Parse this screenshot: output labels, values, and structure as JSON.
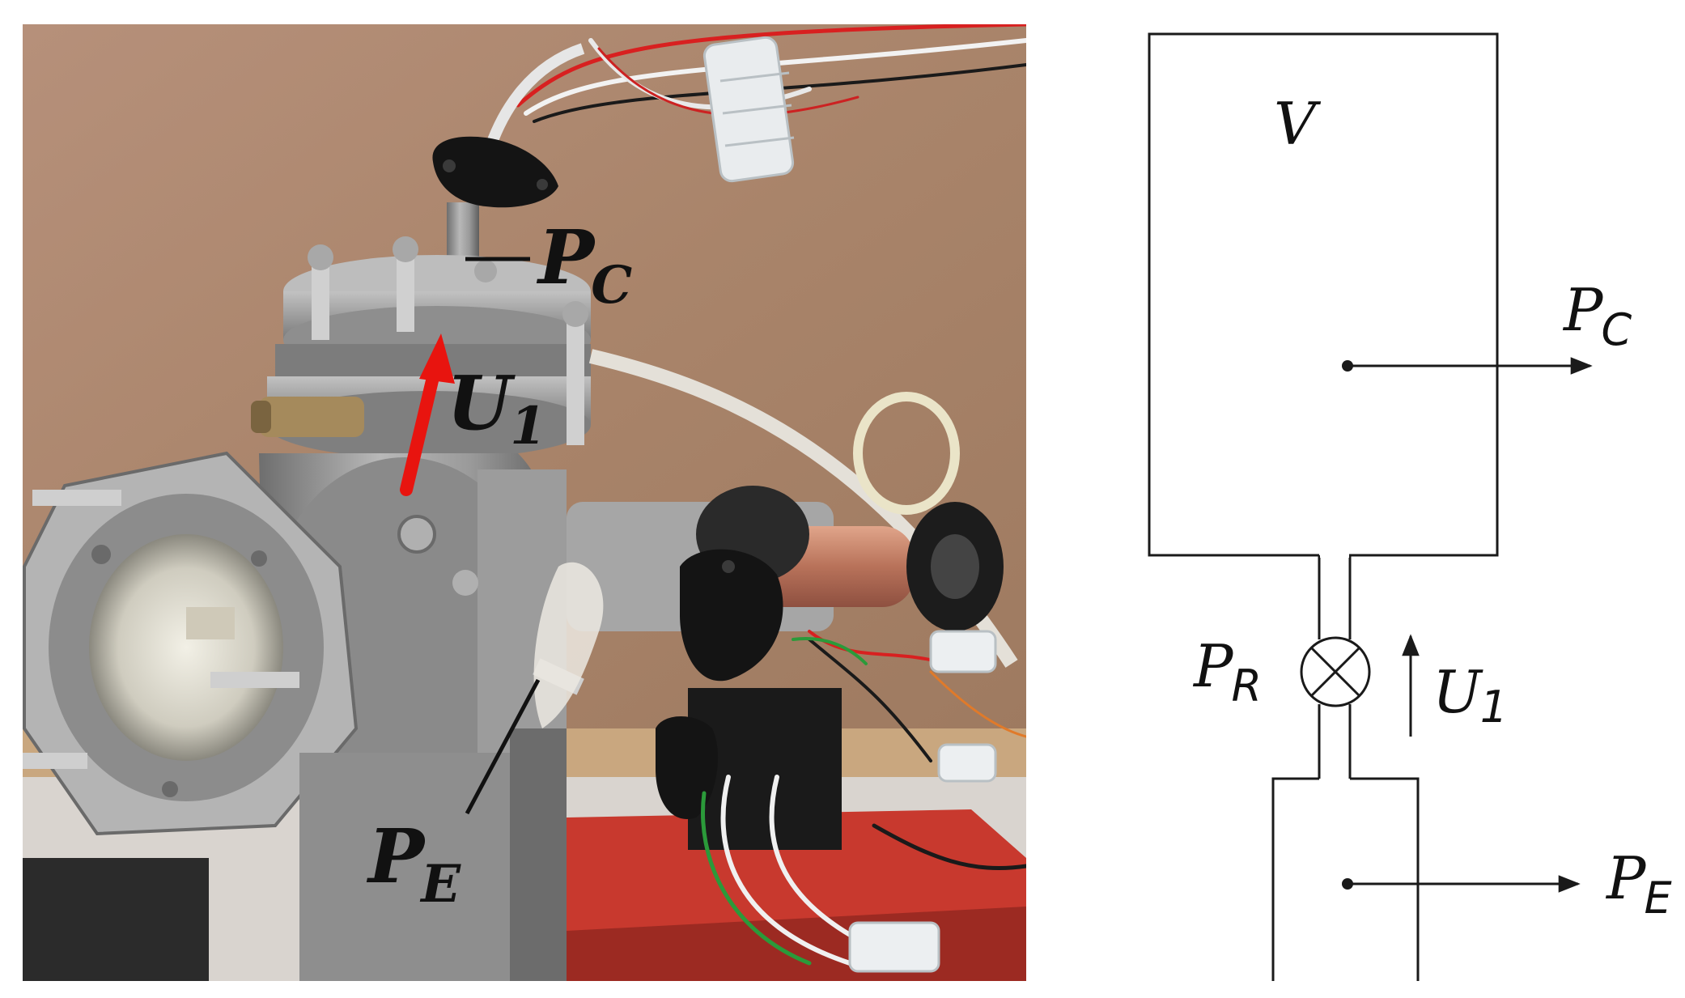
{
  "photo": {
    "labels": {
      "pc_main": "P",
      "pc_sub": "C",
      "u1_main": "U",
      "u1_sub": "1",
      "pe_main": "P",
      "pe_sub": "E"
    },
    "colors": {
      "background_board": "#b08a6c",
      "metal": "#9a9a9a",
      "arrow": "#e8140f",
      "sensor": "#141414",
      "table": "#c8392e"
    }
  },
  "diagram": {
    "labels": {
      "volume": "V",
      "pc_main": "P",
      "pc_sub": "C",
      "pr_main": "P",
      "pr_sub": "R",
      "u1_main": "U",
      "u1_sub": "1",
      "pe_main": "P",
      "pe_sub": "E"
    },
    "colors": {
      "line": "#1a1a1a"
    }
  }
}
